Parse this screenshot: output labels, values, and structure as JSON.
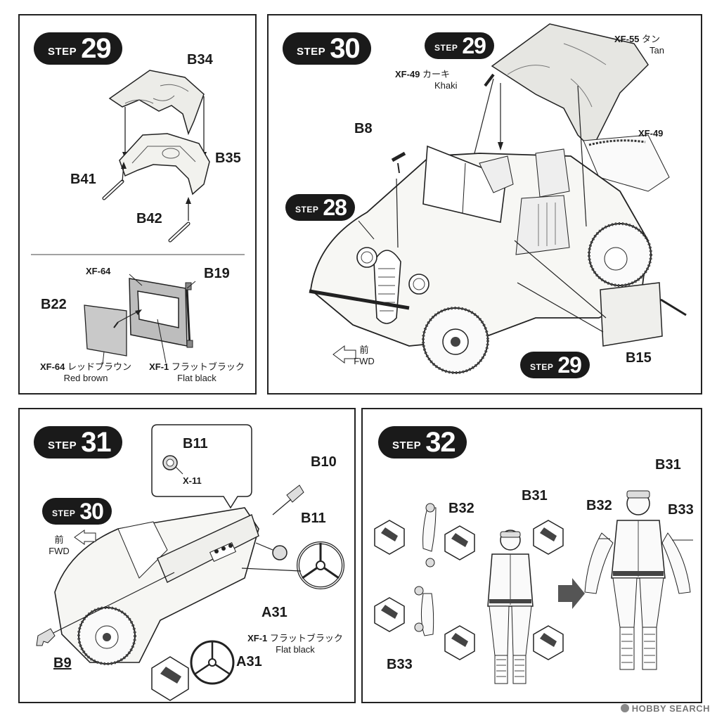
{
  "steps": {
    "s29": {
      "word": "STEP",
      "num": "29"
    },
    "s30": {
      "word": "STEP",
      "num": "30"
    },
    "s31": {
      "word": "STEP",
      "num": "31"
    },
    "s32": {
      "word": "STEP",
      "num": "32"
    }
  },
  "refs": {
    "r29a": {
      "word": "STEP",
      "num": "29"
    },
    "r28": {
      "word": "STEP",
      "num": "28"
    },
    "r29b": {
      "word": "STEP",
      "num": "29"
    },
    "r30": {
      "word": "STEP",
      "num": "30"
    }
  },
  "panel1": {
    "parts": {
      "b34": "B34",
      "b35": "B35",
      "b41": "B41",
      "b42": "B42",
      "b19": "B19",
      "b22": "B22"
    },
    "paint_xf64_top": "XF-64",
    "paint_red": {
      "code": "XF-64",
      "jp": "レッドブラウン",
      "en": "Red brown"
    },
    "paint_black": {
      "code": "XF-1",
      "jp": "フラットブラック",
      "en": "Flat black"
    }
  },
  "panel2": {
    "parts": {
      "b8": "B8",
      "b15": "B15"
    },
    "paint_tan": {
      "code": "XF-55",
      "jp": "タン",
      "en": "Tan"
    },
    "paint_khaki": {
      "code": "XF-49",
      "jp": "カーキ",
      "en": "Khaki"
    },
    "paint_xf49": "XF-49",
    "fwd": {
      "jp": "前",
      "en": "FWD"
    }
  },
  "panel3": {
    "parts": {
      "b11a": "B11",
      "b10": "B10",
      "b11b": "B11",
      "a31a": "A31",
      "a31b": "A31",
      "b9": "B9"
    },
    "paint_x11": "X-11",
    "paint_black": {
      "code": "XF-1",
      "jp": "フラットブラック",
      "en": "Flat black"
    },
    "fwd": {
      "jp": "前",
      "en": "FWD"
    }
  },
  "panel4": {
    "parts": {
      "b31a": "B31",
      "b32a": "B32",
      "b33a": "B33",
      "b31b": "B31",
      "b32b": "B32",
      "b33b": "B33"
    }
  },
  "watermark": "HOBBY SEARCH",
  "colors": {
    "ink": "#1a1a1a",
    "tan": "#e6e6e2",
    "red_brown": "#c9c9c9",
    "panel_border": "#222222"
  }
}
